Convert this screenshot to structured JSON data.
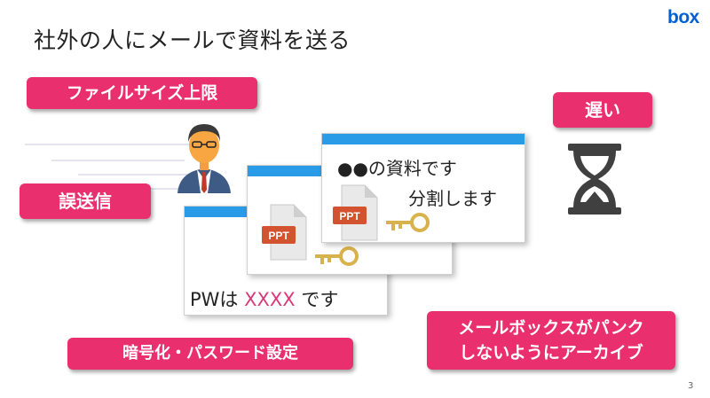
{
  "slide": {
    "title": "社外の人にメールで資料を送る",
    "page_number": "3"
  },
  "logo": {
    "text": "box",
    "color": "#0061d5"
  },
  "tags": {
    "file_size_limit": "ファイルサイズ上限",
    "mis_send": "誤送信",
    "slow": "遅い",
    "encryption": "暗号化・パスワード設定",
    "archive_line1": "メールボックスがパンク",
    "archive_line2": "しないようにアーカイブ"
  },
  "emails": {
    "password_prefix": "PWは",
    "password_masked": "XXXX",
    "password_suffix": "です",
    "material_line": "●●の資料です",
    "split_line": "分割します",
    "attachment_label": "PPT"
  },
  "icons": {
    "person": "businessman-icon",
    "hourglass": "hourglass-icon",
    "file": "ppt-file-icon",
    "key": "key-icon"
  },
  "colors": {
    "accent_pink": "#ea2f6e",
    "window_bar_blue": "#2a9be6",
    "key_gold": "#d8b24a",
    "ppt_orange": "#d35230"
  }
}
